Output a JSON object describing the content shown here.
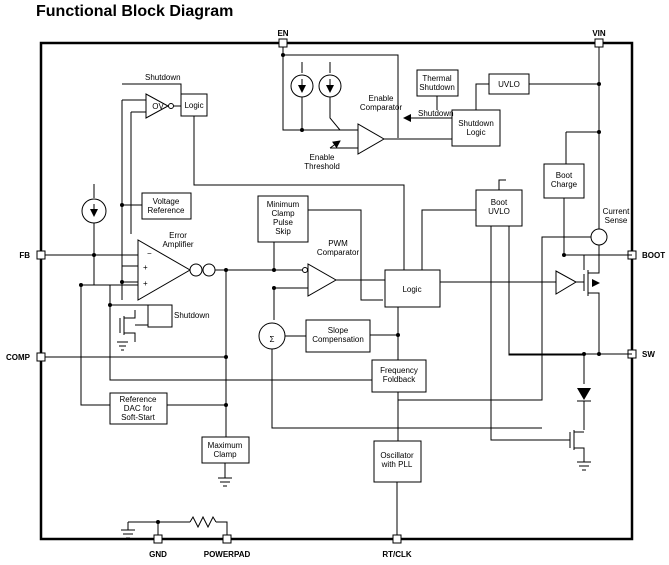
{
  "title": "Functional Block Diagram",
  "pins": {
    "en": "EN",
    "vin": "VIN",
    "fb": "FB",
    "boot": "BOOT",
    "comp": "COMP",
    "sw": "SW",
    "gnd": "GND",
    "powerpad": "POWERPAD",
    "rtclk": "RT/CLK"
  },
  "blocks": {
    "ov": "OV",
    "logic_top": "Logic",
    "voltage_reference": [
      "Voltage",
      "Reference"
    ],
    "error_amplifier": [
      "Error",
      "Amplifier"
    ],
    "minimum_clamp": [
      "Minimum",
      "Clamp",
      "Pulse",
      "Skip"
    ],
    "pwm_comparator": [
      "PWM",
      "Comparator"
    ],
    "logic_main": "Logic",
    "slope_compensation": [
      "Slope",
      "Compensation"
    ],
    "frequency_foldback": [
      "Frequency",
      "Foldback"
    ],
    "reference_dac": [
      "Reference",
      "DAC for",
      "Soft-Start"
    ],
    "maximum_clamp": [
      "Maximum",
      "Clamp"
    ],
    "oscillator": [
      "Oscillator",
      "with PLL"
    ],
    "thermal_shutdown": [
      "Thermal",
      "Shutdown"
    ],
    "uvlo": "UVLO",
    "shutdown_logic": [
      "Shutdown",
      "Logic"
    ],
    "boot_charge": [
      "Boot",
      "Charge"
    ],
    "boot_uvlo": [
      "Boot",
      "UVLO"
    ]
  },
  "labels": {
    "shutdown_top": "Shutdown",
    "enable_comparator": [
      "Enable",
      "Comparator"
    ],
    "shutdown_arrow": "Shutdown",
    "enable_threshold": [
      "Enable",
      "Threshold"
    ],
    "current_sense": [
      "Current",
      "Sense"
    ],
    "shutdown_fet": "Shutdown",
    "sigma": "Σ",
    "minus": "−",
    "plus": "+"
  }
}
